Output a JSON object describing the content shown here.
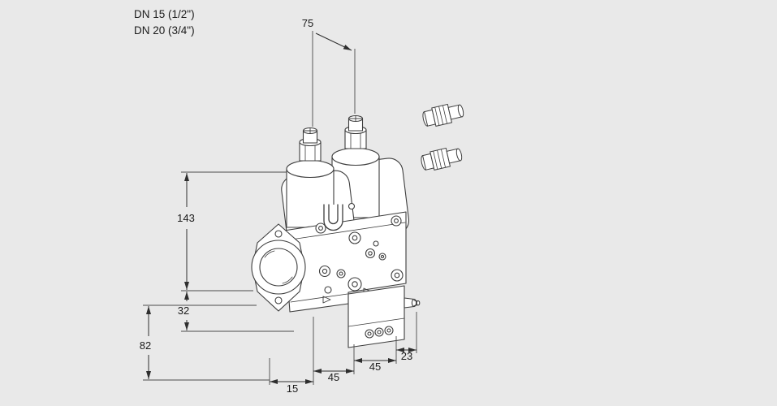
{
  "page": {
    "background_color": "#e9e9e9",
    "drawing_line_color": "#3d3d3d",
    "drawing_fill_color": "#ffffff",
    "dimension_line_color": "#2e2e2e",
    "text_color": "#1b1b1b"
  },
  "labels": {
    "dn15": "DN 15 (1/2\")",
    "dn20": "DN 20 (3/4\")"
  },
  "dimensions": {
    "solenoid_spacing": "75",
    "height_above_axis": "143",
    "height_below_axis": "32",
    "height_base": "82",
    "bottom_15": "15",
    "bottom_45_left": "45",
    "bottom_45_right": "45",
    "bottom_23": "23"
  }
}
